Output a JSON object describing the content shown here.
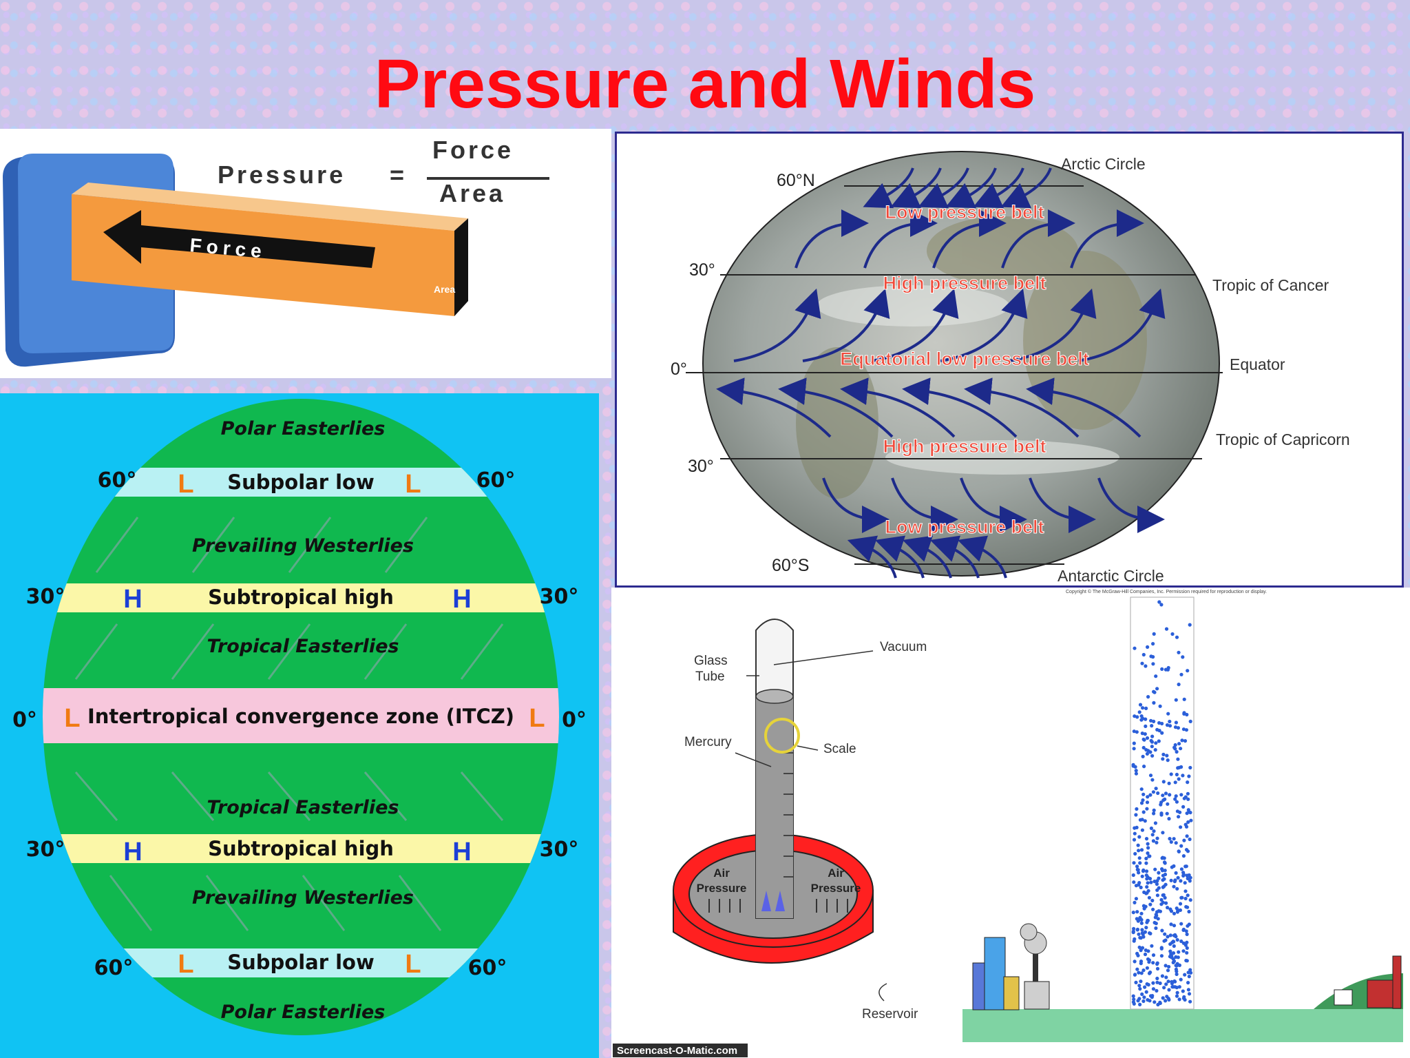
{
  "slide": {
    "title": "Pressure and Winds"
  },
  "force_panel": {
    "pressure_label": "Pressure",
    "equals": "=",
    "numerator": "Force",
    "denominator": "Area",
    "arrow_label": "Force",
    "end_label": "Area"
  },
  "belts_panel": {
    "lat_60n": "60°N",
    "lat_30n": "30°",
    "lat_0": "0°",
    "lat_30s": "30°",
    "lat_60s": "60°S",
    "arctic_circle": "Arctic Circle",
    "tropic_cancer": "Tropic of Cancer",
    "equator": "Equator",
    "tropic_capricorn": "Tropic of Capricorn",
    "antarctic_circle": "Antarctic Circle",
    "low_belt_n": "Low pressure belt",
    "high_belt_n": "High pressure belt",
    "equatorial_belt": "Equatorial low pressure belt",
    "high_belt_s": "High pressure belt",
    "low_belt_s": "Low pressure belt"
  },
  "cells_panel": {
    "polar_easterlies_n": "Polar Easterlies",
    "subpolar_low_n": "Subpolar low",
    "westerlies_n": "Prevailing Westerlies",
    "subtropical_high_n": "Subtropical high",
    "tropical_easterlies_n": "Tropical Easterlies",
    "itcz": "Intertropical convergence zone (ITCZ)",
    "tropical_easterlies_s": "Tropical Easterlies",
    "subtropical_high_s": "Subtropical high",
    "westerlies_s": "Prevailing Westerlies",
    "subpolar_low_s": "Subpolar low",
    "polar_easterlies_s": "Polar Easterlies",
    "lat_60": "60°",
    "lat_30": "30°",
    "lat_0": "0°",
    "low_symbol": "L",
    "high_symbol": "H",
    "colors": {
      "ocean": "#10c3f3",
      "globe": "#10b84f",
      "low_band": "#b9f1f3",
      "high_band": "#fbf7a8",
      "itcz_band": "#f7c7dc",
      "low_letter": "#f07a12",
      "high_letter": "#1c3fd6"
    }
  },
  "barometer_panel": {
    "copyright": "Copyright © The McGraw-Hill Companies, Inc. Permission required for reproduction or display.",
    "glass_tube": "Glass",
    "glass_tube_2": "Tube",
    "vacuum": "Vacuum",
    "mercury": "Mercury",
    "scale": "Scale",
    "air_pressure_left_1": "Air",
    "air_pressure_left_2": "Pressure",
    "air_pressure_right_1": "Air",
    "air_pressure_right_2": "Pressure",
    "reservoir": "Reservoir",
    "watermark": "Screencast-O-Matic.com"
  }
}
